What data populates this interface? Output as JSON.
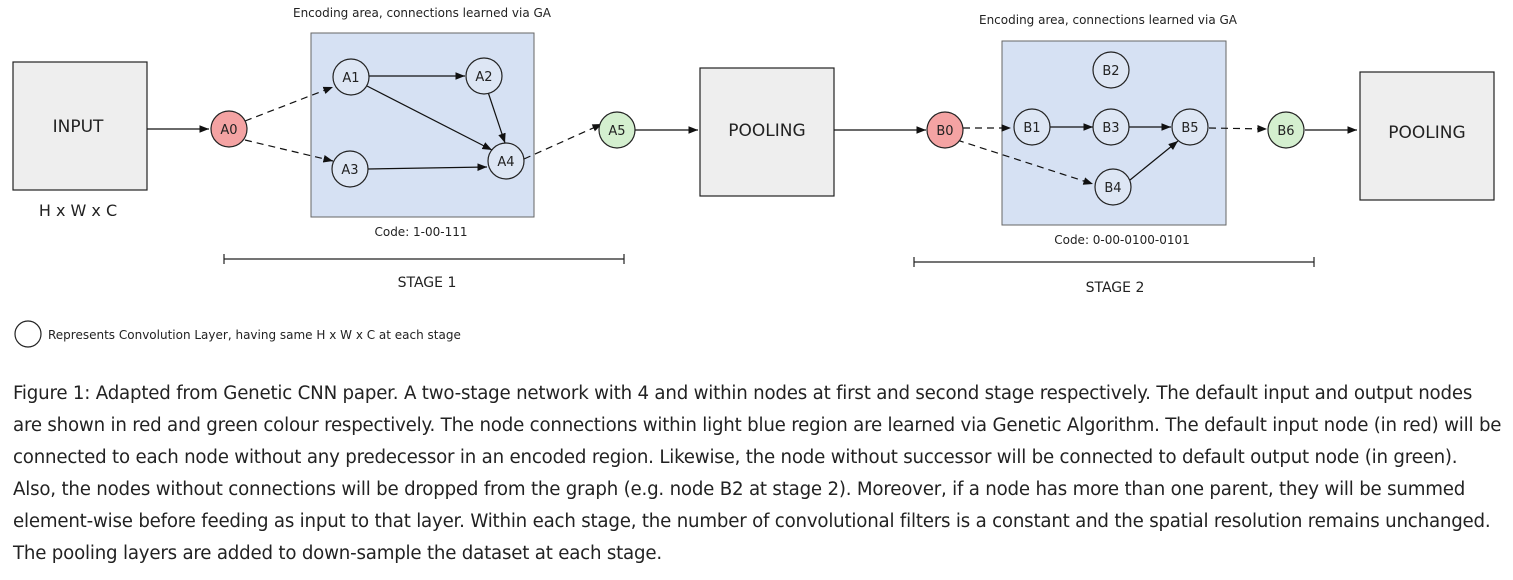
{
  "diagram": {
    "input_label": "INPUT",
    "input_dims": "H x W x C",
    "pooling1_label": "POOLING",
    "pooling2_label": "POOLING",
    "stage1": {
      "region_title": "Encoding area, connections learned via GA",
      "code": "Code: 1-00-111",
      "label": "STAGE 1",
      "nodes": {
        "a0": "A0",
        "a1": "A1",
        "a2": "A2",
        "a3": "A3",
        "a4": "A4",
        "a5": "A5"
      }
    },
    "stage2": {
      "region_title": "Encoding area, connections learned via GA",
      "code": "Code: 0-00-0100-0101",
      "label": "STAGE 2",
      "nodes": {
        "b0": "B0",
        "b1": "B1",
        "b2": "B2",
        "b3": "B3",
        "b4": "B4",
        "b5": "B5",
        "b6": "B6"
      }
    },
    "legend_text": "Represents Convolution Layer, having same H x W x C at each stage",
    "colors": {
      "region_fill": "#d6e1f3",
      "input_node_fill": "#f4a3a3",
      "output_node_fill": "#d4efcf",
      "node_fill": "#dde6f4",
      "box_fill": "#eeeeee"
    }
  },
  "caption": "Figure 1: Adapted from Genetic CNN paper. A two-stage network with 4 and within nodes at first and second stage respectively. The default input and output nodes are shown in red and green colour respectively. The node connections within light blue region are learned via Genetic Algorithm. The default input node (in red) will be connected to each node without any predecessor in an encoded region. Likewise, the node without successor will be connected to default output node (in green). Also, the nodes without connections will be dropped from the graph (e.g. node B2 at stage 2). Moreover, if a node has more than one parent, they will be summed element-wise before feeding as input to that layer. Within each stage, the number of convolutional filters is a constant and the spatial resolution remains unchanged. The pooling layers are added to down-sample the dataset at each stage."
}
